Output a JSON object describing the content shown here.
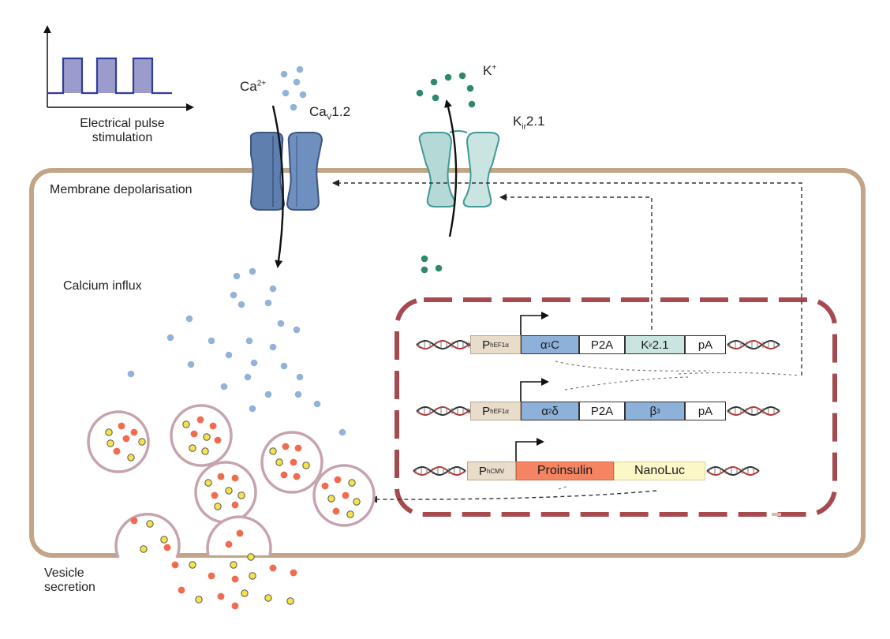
{
  "labels": {
    "pulse": [
      "Electrical pulse",
      "stimulation"
    ],
    "ca_ion": "Ca",
    "ca_charge": "2+",
    "cav_main": "Ca",
    "cav_sub": "V",
    "cav_num": "1.2",
    "k_ion": "K",
    "k_charge": "+",
    "kir_main": "K",
    "kir_sub": "ir",
    "kir_num": "2.1",
    "membrane": "Membrane depolarisation",
    "influx": "Calcium influx",
    "secretion": [
      "Vesicle",
      "secretion"
    ]
  },
  "constructs": [
    {
      "promoter": "P",
      "promoter_sub": "hEF1α",
      "parts": [
        {
          "main": "α",
          "sub": "1",
          "tail": "C",
          "kind": "blue"
        },
        {
          "main": "P2A",
          "sub": "",
          "tail": "",
          "kind": "white"
        },
        {
          "main": "K",
          "sub": "ir",
          "tail": "2.1",
          "kind": "teal"
        },
        {
          "main": "pA",
          "sub": "",
          "tail": "",
          "kind": "white"
        }
      ]
    },
    {
      "promoter": "P",
      "promoter_sub": "hEF1α",
      "parts": [
        {
          "main": "α",
          "sub": "2",
          "tail": "δ",
          "kind": "blue"
        },
        {
          "main": "P2A",
          "sub": "",
          "tail": "",
          "kind": "white"
        },
        {
          "main": "β",
          "sub": "3",
          "tail": "",
          "kind": "blue"
        },
        {
          "main": "pA",
          "sub": "",
          "tail": "",
          "kind": "white"
        }
      ]
    },
    {
      "promoter": "P",
      "promoter_sub": "hCMV",
      "parts": [
        {
          "main": "Proinsulin",
          "sub": "",
          "tail": "",
          "kind": "orange"
        },
        {
          "main": "NanoLuc",
          "sub": "",
          "tail": "",
          "kind": "yellow"
        }
      ]
    }
  ],
  "colors": {
    "cell_border": "#c2a487",
    "nucleus_border": "#a64a4f",
    "cav_channel": "#6f8fbf",
    "kir_channel": "#b4d9d6",
    "ca_ion": "#92b2db",
    "k_ion": "#2d8a68",
    "insulin": "#f16b4e",
    "nanoluc": "#f5e34a",
    "vesicle_border": "#c6a3ad",
    "pulse_fill": "#9c9ccc",
    "pulse_line": "#2e3d9a",
    "promoter_fill": "#e8dccb",
    "part_blue": "#8eb1d9",
    "part_teal": "#c9e4e1",
    "part_orange": "#f48462",
    "part_yellow": "#fcf7c7"
  }
}
